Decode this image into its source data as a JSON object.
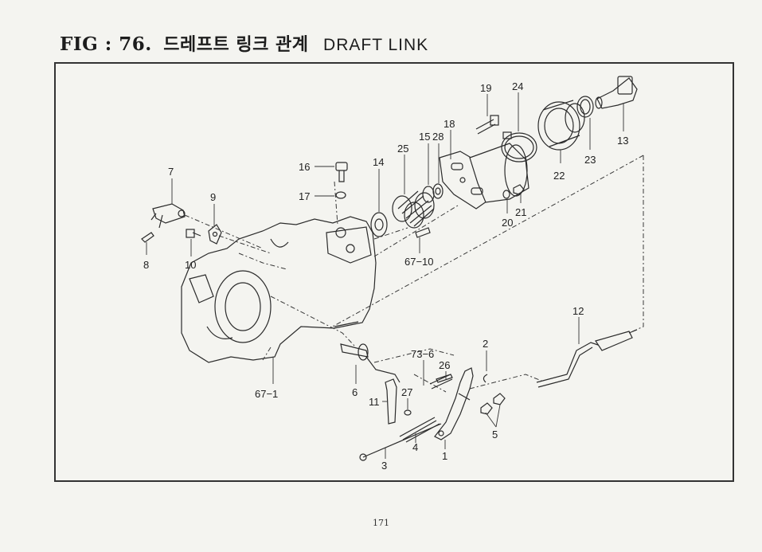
{
  "title": {
    "fig": "FIG : 76.",
    "korean": "드레프트 링크 관계",
    "english": "DRAFT LINK"
  },
  "callouts": [
    {
      "label": "19"
    },
    {
      "label": "24"
    },
    {
      "label": "18"
    },
    {
      "label": "15"
    },
    {
      "label": "28"
    },
    {
      "label": "25"
    },
    {
      "label": "14"
    },
    {
      "label": "16"
    },
    {
      "label": "17"
    },
    {
      "label": "13"
    },
    {
      "label": "22"
    },
    {
      "label": "23"
    },
    {
      "label": "21"
    },
    {
      "label": "20"
    },
    {
      "label": "67−10"
    },
    {
      "label": "7"
    },
    {
      "label": "9"
    },
    {
      "label": "8"
    },
    {
      "label": "10"
    },
    {
      "label": "12"
    },
    {
      "label": "2"
    },
    {
      "label": "73−6"
    },
    {
      "label": "26"
    },
    {
      "label": "6"
    },
    {
      "label": "27"
    },
    {
      "label": "11"
    },
    {
      "label": "67−1"
    },
    {
      "label": "5"
    },
    {
      "label": "4"
    },
    {
      "label": "1"
    },
    {
      "label": "3"
    }
  ],
  "page_number": "171"
}
